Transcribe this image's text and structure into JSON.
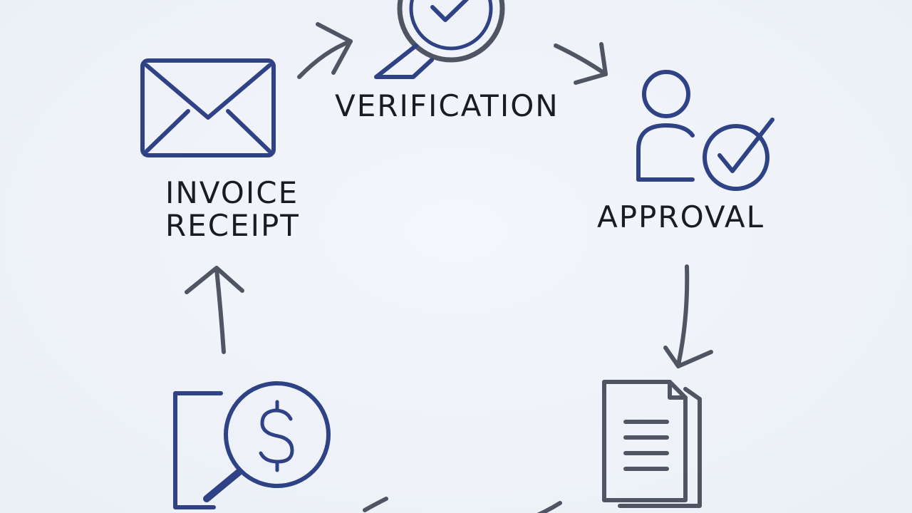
{
  "steps": [
    {
      "id": "invoice-receipt",
      "label_lines": [
        "INVOICE",
        "RECEIPT"
      ],
      "icon": "envelope-icon"
    },
    {
      "id": "verification",
      "label_lines": [
        "VERIFICATION"
      ],
      "icon": "magnifier-check-icon"
    },
    {
      "id": "approval",
      "label_lines": [
        "APPROVAL"
      ],
      "icon": "user-check-icon"
    },
    {
      "id": "document",
      "label_lines": [],
      "icon": "document-icon"
    },
    {
      "id": "payment",
      "label_lines": [],
      "icon": "payment-magnifier-icon"
    }
  ],
  "colors": {
    "icon_stroke": "#2e4285",
    "arrow_stroke": "#4f5563",
    "label_text": "#1a1c22",
    "background": "#eef2f8"
  }
}
